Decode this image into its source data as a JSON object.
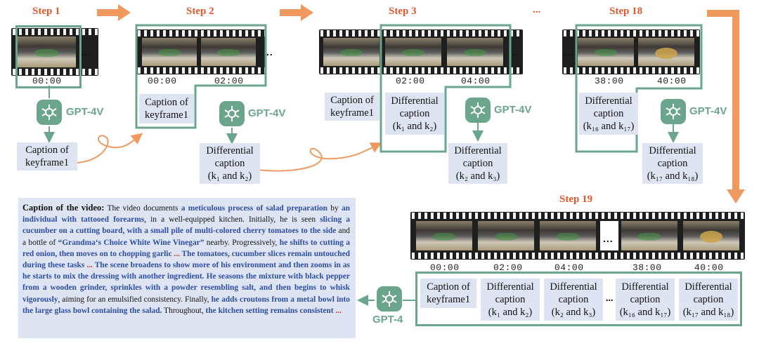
{
  "steps": {
    "s1": "Step 1",
    "s2": "Step 2",
    "s3": "Step 3",
    "s18": "Step 18",
    "s19": "Step 19",
    "ellipsis": "..."
  },
  "film_dots": "...",
  "timestamps": {
    "t0": "00:00",
    "t2": "02:00",
    "t4": "04:00",
    "t38": "38:00",
    "t40": "40:00"
  },
  "model_labels": {
    "gpt4v": "GPT-4V",
    "gpt4": "GPT-4"
  },
  "captions": {
    "kf1_line1": "Caption of",
    "kf1_line2": "keyframe1",
    "diff_line1": "Differential",
    "diff_line2": "caption",
    "k1k2": "(k₁ and k₂)",
    "k2k3": "(k₂ and k₃)",
    "k16k17": "(k₁₆ and k₁₇)",
    "k17k18": "(k₁₇ and k₁₈)",
    "mid_dots": "..."
  },
  "video_caption": {
    "heading": "Caption of the video:",
    "p01": " The video documents ",
    "p02": "a meticulous process of salad preparation",
    "p03": " by ",
    "p04": "an individual with tattooed forearms",
    "p05": ", in a well-equipped kitchen. Initially, he is seen ",
    "p06": "slicing a cucumber on a cutting board, with a small pile of multi-colored cherry tomatoes to the side",
    "p07": " and a bottle of ",
    "p08": "“Grandma‘s Choice White Wine Vinegar”",
    "p09": " nearby. Progressively, ",
    "p10": "he shifts to cutting a red onion, then moves on to chopping garlic",
    "p11": " ...",
    "p12": " The tomatoes, cucumber slices remain untouched during these tasks",
    "p13": " ...",
    "p14": " The scene broadens to show more of his environment and then zooms in as he starts to mix the dressing with another ingredient. He seasons the mixture with black pepper from a wooden grinder, sprinkles with a powder resembling salt, and then begins to whisk vigorously",
    "p15": ", aiming for an emulsified consistency. Finally, ",
    "p16": "he adds croutons from a metal bowl into the large glass bowl containing the salad.",
    "p17": " Throughout, ",
    "p18": "the kitchen setting remains consistent",
    "p19": " ..."
  },
  "colors": {
    "accent_green": "#6ba58c",
    "step_orange": "#e2572b",
    "caption_bg": "#dfe4f2",
    "highlight_blue": "#2d4ea3",
    "ellipsis_red": "#d63a2a",
    "arrow_orange": "#f0995f"
  },
  "icons": [
    "right-arrow-icon",
    "openai-logo-icon",
    "down-arrow-icon",
    "left-arrow-icon",
    "film-strip-icon"
  ]
}
